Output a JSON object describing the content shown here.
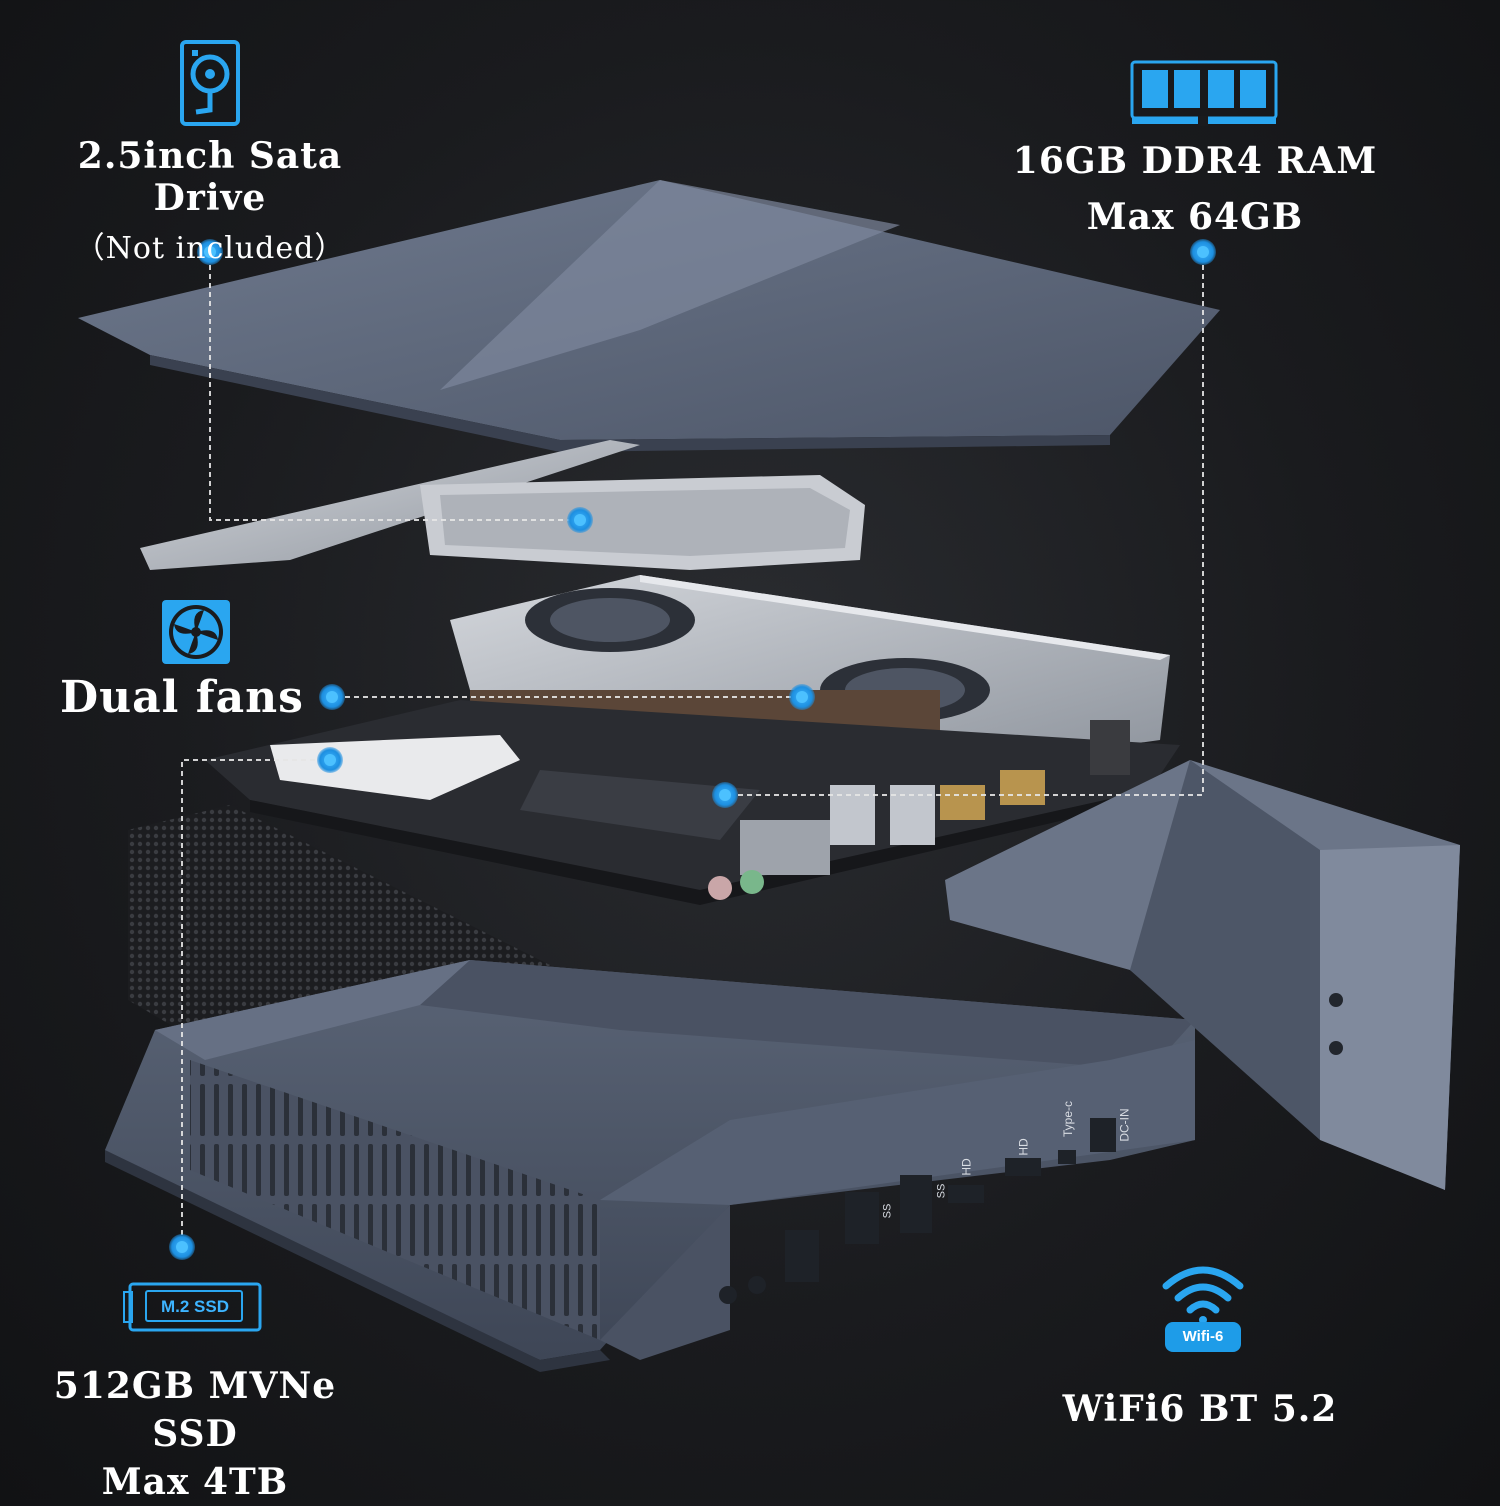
{
  "features": {
    "sata": {
      "title": "2.5inch Sata Drive",
      "note": "（Not included）",
      "icon": "hard-drive-icon"
    },
    "ram": {
      "title": "16GB DDR4 RAM",
      "max": "Max 64GB",
      "icon": "ram-module-icon"
    },
    "fans": {
      "title": "Dual fans",
      "icon": "fan-icon"
    },
    "ssd": {
      "badge": "M.2 SSD",
      "title": "512GB MVNe SSD",
      "max": "Max 4TB",
      "icon": "m2-ssd-icon"
    },
    "wifi": {
      "badge": "Wifi-6",
      "title": "WiFi6 BT 5.2",
      "icon": "wifi-icon"
    }
  },
  "ports": {
    "hd1": "HD",
    "hd2": "HD",
    "typec": "Type-c",
    "dcin": "DC-IN",
    "ss1": "SS",
    "ss2": "SS"
  },
  "colors": {
    "background": "#1a1b1e",
    "accent": "#2aa6f0",
    "case": "#5b6577",
    "metal": "#b8bcc4"
  }
}
